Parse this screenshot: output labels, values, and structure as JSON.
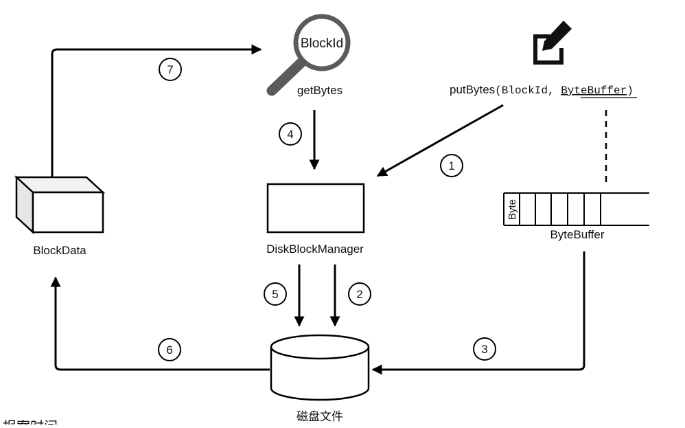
{
  "nodes": {
    "lookup_badge": "BlockId",
    "get_bytes": "getBytes",
    "put_bytes": "putBytes",
    "signature_open": "(",
    "param_block_id": "BlockId",
    "signature_sep": ", ",
    "param_byte_buffer": "ByteBuffer",
    "signature_close": ")",
    "disk_block_manager": "DiskBlockManager",
    "block_data": "BlockData",
    "byte_cell": "Byte",
    "byte_buffer": "ByteBuffer",
    "disk_file": "磁盘文件"
  },
  "steps": [
    "1",
    "2",
    "3",
    "4",
    "5",
    "6",
    "7"
  ],
  "footer": {
    "partial_caption": "报案时间"
  }
}
